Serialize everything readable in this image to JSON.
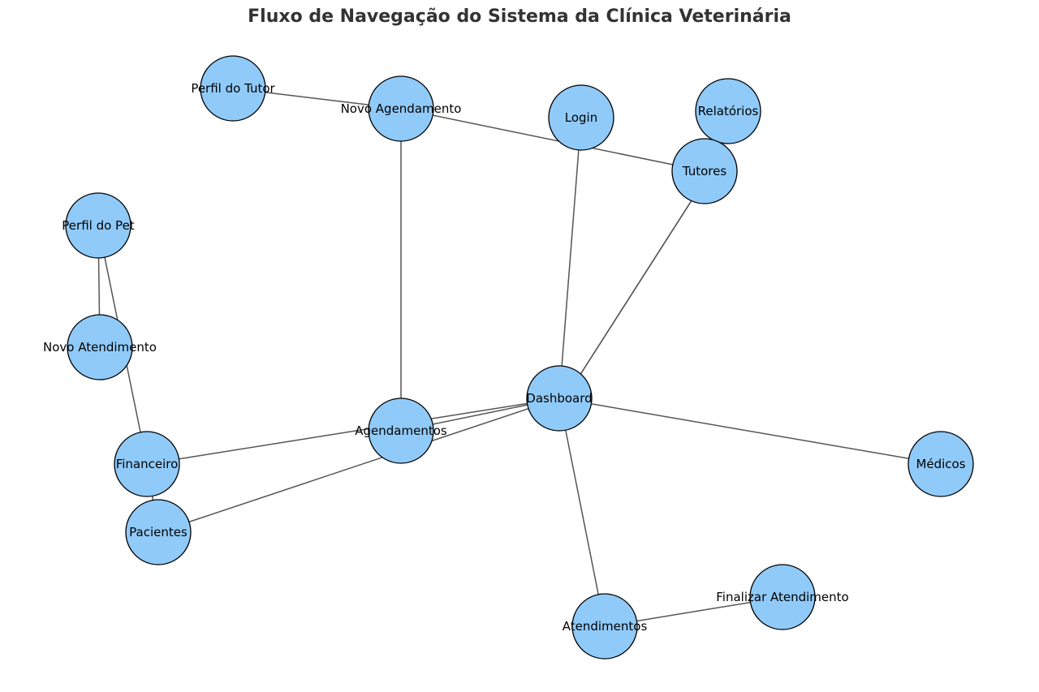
{
  "title": "Fluxo de Navegação do Sistema da Clínica Veterinária",
  "colors": {
    "node_fill": "#90CAF9",
    "node_stroke": "#000000",
    "edge": "#555555",
    "title": "#333333"
  },
  "nodes": [
    {
      "id": "perfil_tutor",
      "label": "Perfil do Tutor"
    },
    {
      "id": "novo_agendamento",
      "label": "Novo Agendamento"
    },
    {
      "id": "login",
      "label": "Login"
    },
    {
      "id": "relatorios",
      "label": "Relatórios"
    },
    {
      "id": "tutores",
      "label": "Tutores"
    },
    {
      "id": "perfil_pet",
      "label": "Perfil do Pet"
    },
    {
      "id": "novo_atendimento",
      "label": "Novo Atendimento"
    },
    {
      "id": "dashboard",
      "label": "Dashboard"
    },
    {
      "id": "agendamentos",
      "label": "Agendamentos"
    },
    {
      "id": "financeiro",
      "label": "Financeiro"
    },
    {
      "id": "medicos",
      "label": "Médicos"
    },
    {
      "id": "pacientes",
      "label": "Pacientes"
    },
    {
      "id": "finalizar_atendimento",
      "label": "Finalizar Atendimento"
    },
    {
      "id": "atendimentos",
      "label": "Atendimentos"
    }
  ],
  "edges": [
    {
      "from": "perfil_tutor",
      "to": "novo_agendamento"
    },
    {
      "from": "novo_agendamento",
      "to": "tutores"
    },
    {
      "from": "novo_agendamento",
      "to": "agendamentos"
    },
    {
      "from": "login",
      "to": "dashboard"
    },
    {
      "from": "tutores",
      "to": "dashboard"
    },
    {
      "from": "dashboard",
      "to": "tutores"
    },
    {
      "from": "perfil_pet",
      "to": "novo_atendimento"
    },
    {
      "from": "perfil_pet",
      "to": "financeiro"
    },
    {
      "from": "dashboard",
      "to": "agendamentos"
    },
    {
      "from": "financeiro",
      "to": "dashboard"
    },
    {
      "from": "pacientes",
      "to": "dashboard"
    },
    {
      "from": "dashboard",
      "to": "medicos"
    },
    {
      "from": "dashboard",
      "to": "atendimentos"
    },
    {
      "from": "atendimentos",
      "to": "finalizar_atendimento"
    },
    {
      "from": "financeiro",
      "to": "pacientes"
    }
  ]
}
